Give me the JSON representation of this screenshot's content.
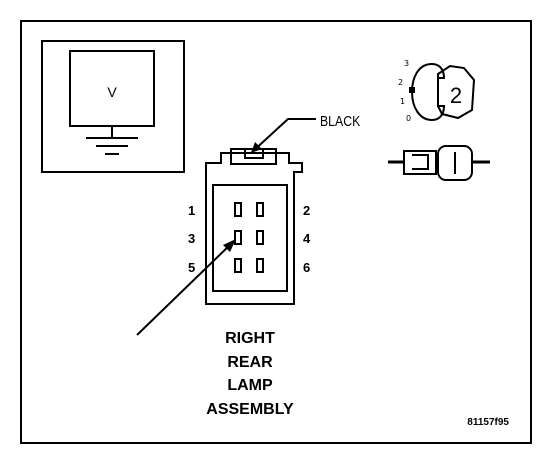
{
  "meter": {
    "symbol": "V"
  },
  "wire_color": "BLACK",
  "connector": {
    "pins_left": [
      "1",
      "3",
      "5"
    ],
    "pins_right": [
      "2",
      "4",
      "6"
    ]
  },
  "key_diagram": {
    "positions": [
      "3",
      "2",
      "1",
      "0"
    ],
    "number": "2"
  },
  "title_lines": [
    "RIGHT",
    "REAR",
    "LAMP",
    "ASSEMBLY"
  ],
  "figure_id": "81157f95",
  "colors": {
    "ink": "#000000",
    "paper": "#ffffff"
  }
}
